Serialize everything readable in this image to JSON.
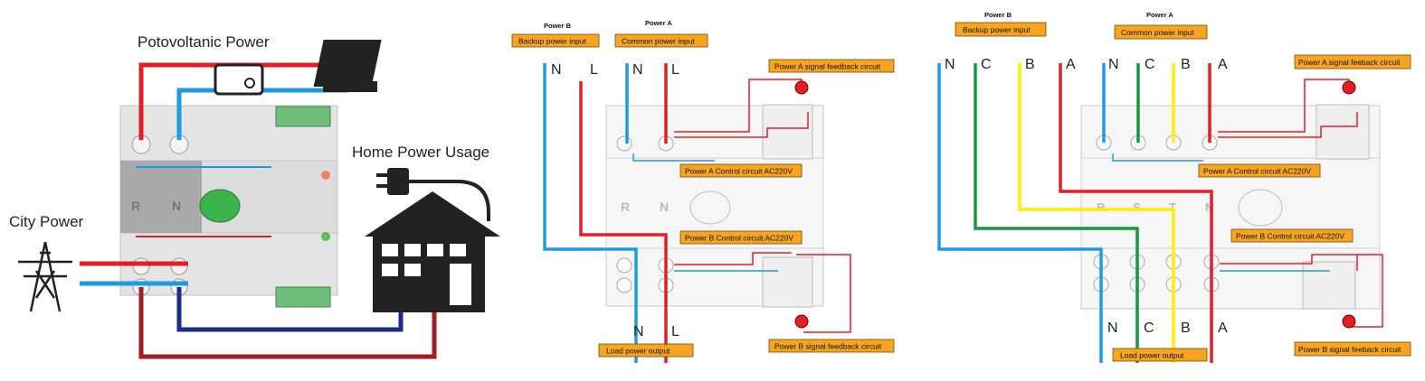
{
  "panel1": {
    "photovoltaic": "Potovoltanic Power",
    "home": "Home Power Usage",
    "city": "City Power",
    "switch_labels": {
      "r": "R",
      "n": "N"
    }
  },
  "panel2": {
    "power_b": "Power B",
    "power_a": "Power A",
    "backup_input": "Backup power input",
    "common_input": "Common power input",
    "feedback_a": "Power A signal feedback circuit",
    "control_a": "Power A Control circuit AC220V",
    "control_b": "Power B Control circuit AC220V",
    "load_output": "Load power output",
    "feedback_b": "Power B signal feedback circuit",
    "terminals_top": [
      "N",
      "L",
      "N",
      "L"
    ],
    "terminals_bottom": [
      "N",
      "L"
    ],
    "device_labels": {
      "r": "R",
      "n": "N"
    }
  },
  "panel3": {
    "power_b": "Power B",
    "power_a": "Power A",
    "backup_input": "Backup power input",
    "common_input": "Common power input",
    "feedback_a": "Power A signal feeback circuit",
    "control_a": "Power A Control circuit AC220V",
    "control_b": "Power B Control circuit AC220V",
    "load_output": "Load power output",
    "feedback_b": "Power B signal feeback circuit",
    "terminals_top": [
      "N",
      "C",
      "B",
      "A",
      "N",
      "C",
      "B",
      "A"
    ],
    "terminals_bottom": [
      "N",
      "C",
      "B",
      "A"
    ],
    "device_labels": {
      "r": "R",
      "s": "S",
      "t": "T",
      "n": "N"
    }
  },
  "colors": {
    "red": "#e31e24",
    "blue": "#1e9be0",
    "green": "#1a9640",
    "yellow": "#ffee00",
    "label_bg": "#f7a520",
    "navy": "#1c2a8c",
    "maroon": "#a01e24"
  }
}
